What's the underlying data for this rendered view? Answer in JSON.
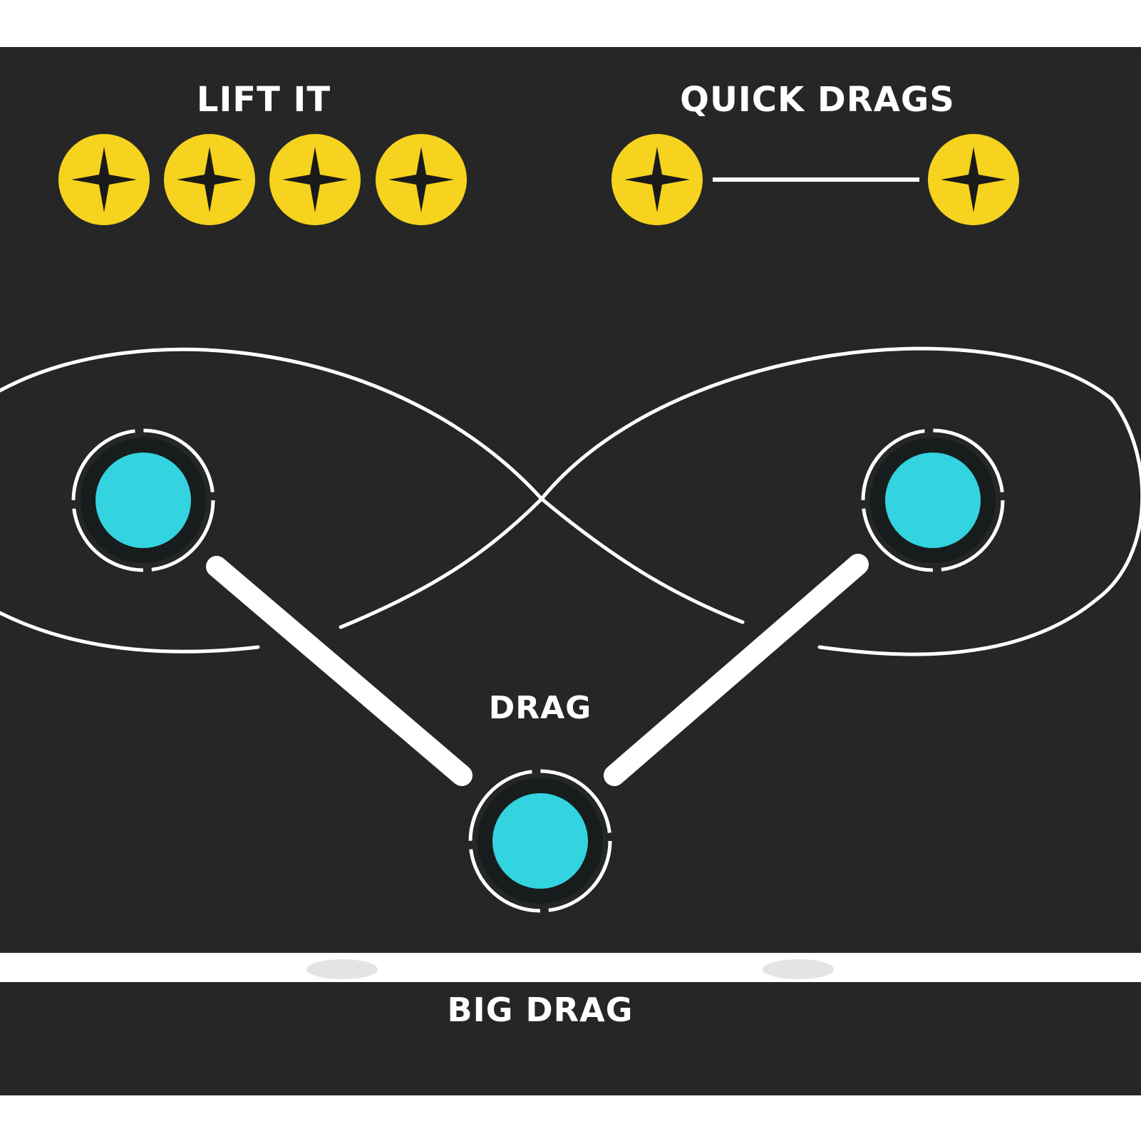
{
  "labels": {
    "lift_it": "LIFT IT",
    "quick_drags": "QUICK DRAGS",
    "drag": "DRAG",
    "big_drag": "BIG DRAG"
  },
  "colors": {
    "board": "#262626",
    "screw": "#f5d31e",
    "target": "#33d3e0",
    "line": "#ffffff"
  },
  "icons": {
    "screw": "phillips-screw-icon",
    "target": "ring-target-icon"
  }
}
